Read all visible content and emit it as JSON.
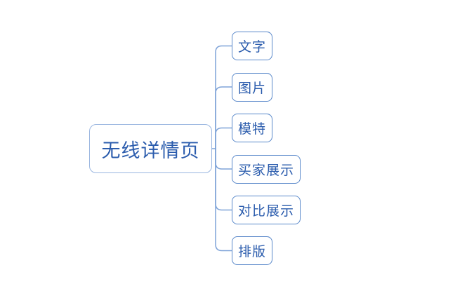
{
  "diagram": {
    "type": "mindmap",
    "root": {
      "label": "无线详情页"
    },
    "children": [
      {
        "label": "文字"
      },
      {
        "label": "图片"
      },
      {
        "label": "模特"
      },
      {
        "label": "买家展示"
      },
      {
        "label": "对比展示"
      },
      {
        "label": "排版"
      }
    ],
    "colors": {
      "text": "#2B5CAD",
      "child_border": "#5988CA",
      "root_border": "#9AB6E0",
      "connector": "#7FA3D8",
      "background": "#FFFFFF"
    }
  }
}
